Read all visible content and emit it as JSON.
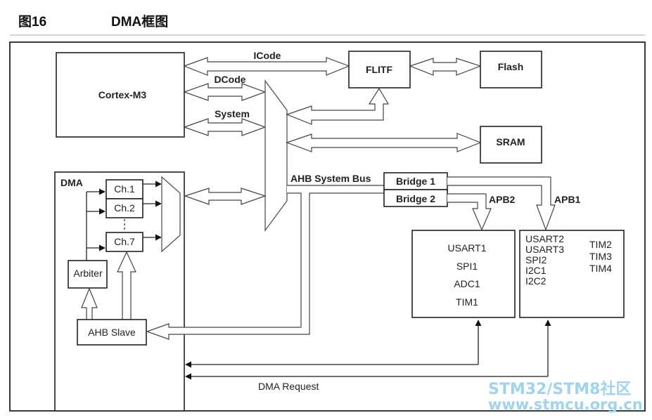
{
  "header": {
    "figure_number": "图16",
    "figure_title": "DMA框图"
  },
  "blocks": {
    "cortex": "Cortex-M3",
    "flitf": "FLITF",
    "flash": "Flash",
    "sram": "SRAM",
    "dma": "DMA",
    "channels": [
      "Ch.1",
      "Ch.2",
      "Ch.7"
    ],
    "arbiter": "Arbiter",
    "ahb_slave": "AHB Slave",
    "bridge1": "Bridge 1",
    "bridge2": "Bridge 2"
  },
  "buses": {
    "icode": "ICode",
    "dcode": "DCode",
    "system": "System",
    "ahb_system_bus": "AHB System Bus",
    "apb2": "APB2",
    "apb1": "APB1",
    "dma_request": "DMA Request"
  },
  "apb2_peripherals": [
    "USART1",
    "SPI1",
    "ADC1",
    "TIM1"
  ],
  "apb1_peripherals_col1": [
    "USART2",
    "USART3",
    "SPI2",
    "I2C1",
    "I2C2"
  ],
  "apb1_peripherals_col2": [
    "TIM2",
    "TIM3",
    "TIM4"
  ],
  "watermark": {
    "line1": "STM32/STM8社区",
    "line2": "www.stmcu.org.cn",
    "color": "#9fd3ee"
  }
}
